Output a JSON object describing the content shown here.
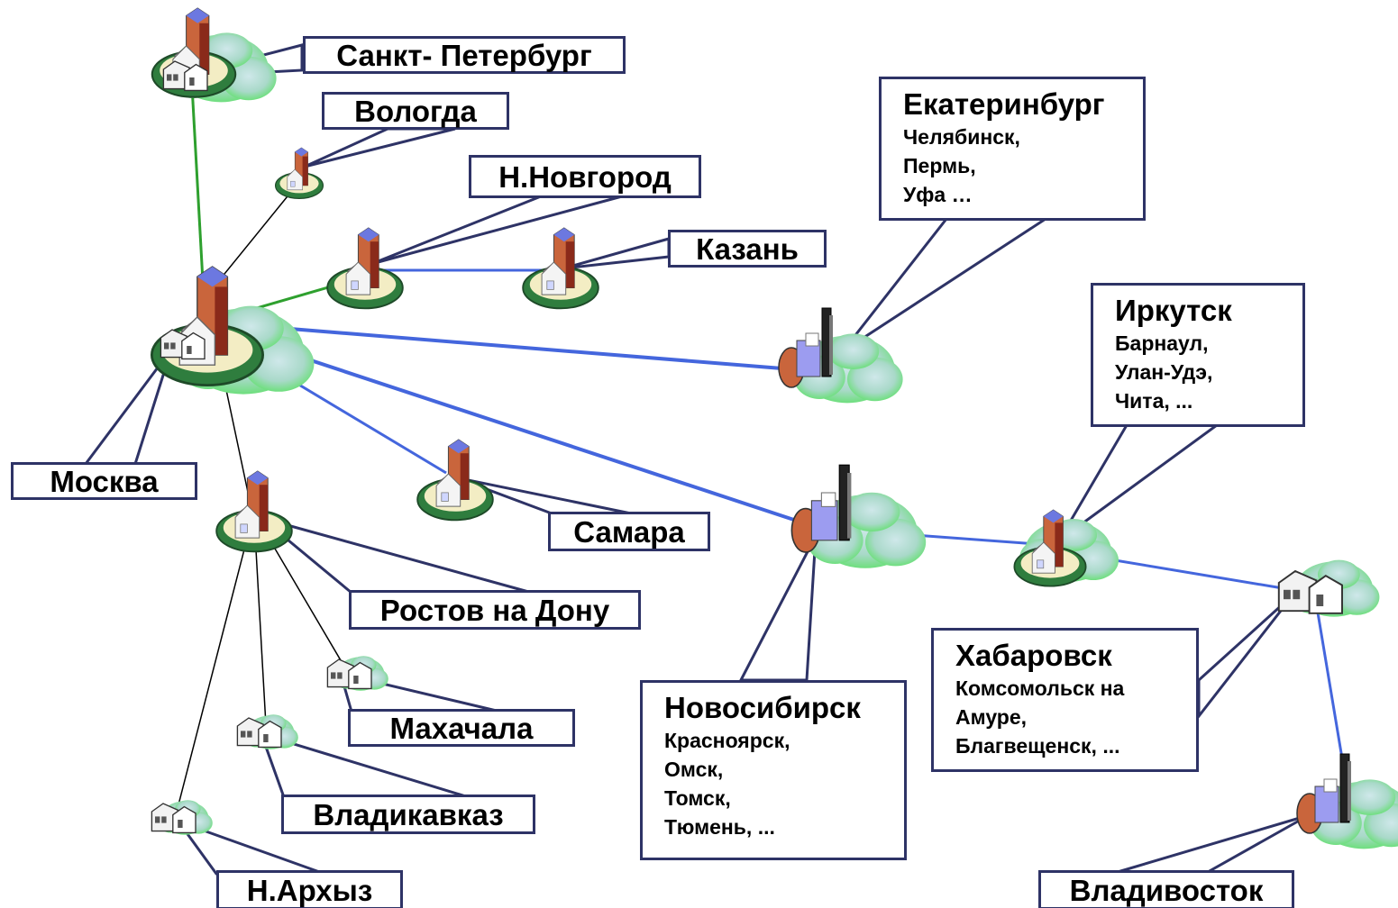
{
  "diagram": {
    "nodes": {
      "spb": {
        "label": "Санкт- Петербург"
      },
      "vologda": {
        "label": "Вологда"
      },
      "nnovgorod": {
        "label": "Н.Новгород"
      },
      "kazan": {
        "label": "Казань"
      },
      "moscow": {
        "label": "Москва"
      },
      "samara": {
        "label": "Самара"
      },
      "rostov": {
        "label": "Ростов на Дону"
      },
      "makhachkala": {
        "label": "Махачала"
      },
      "vladikavkaz": {
        "label": "Владикавказ"
      },
      "narkhyz": {
        "label": "Н.Архыз"
      },
      "ekaterinburg": {
        "label": "Екатеринбург",
        "sub": [
          "Челябинск,",
          "Пермь,",
          "Уфа …"
        ]
      },
      "irkutsk": {
        "label": "Иркутск",
        "sub": [
          "Барнаул,",
          "Улан-Удэ,",
          "Чита, ..."
        ]
      },
      "novosibirsk": {
        "label": "Новосибирск",
        "sub": [
          "Красноярск,",
          "Омск,",
          "Томск,",
          "Тюмень, ..."
        ]
      },
      "khabarovsk": {
        "label": "Хабаровск",
        "sub": [
          "Комсомольск на",
          "Амуре,",
          "Благвещенск, ..."
        ]
      },
      "vladivostok": {
        "label": "Владивосток"
      }
    },
    "link_colors": {
      "green": "#2ea02e",
      "blue": "#4466dd",
      "black": "#000000"
    },
    "label_border_color": "#2e3366"
  }
}
